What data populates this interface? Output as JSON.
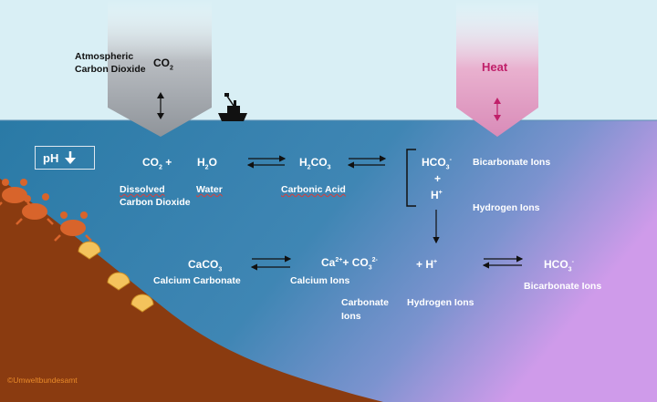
{
  "atmosphere": {
    "label_line1": "Atmospheric",
    "label_line2": "Carbon Dioxide",
    "co2_base": "CO",
    "co2_sub": "2"
  },
  "heat": {
    "label": "Heat"
  },
  "ph": {
    "label": "pH"
  },
  "row1": {
    "co2_base": "CO",
    "co2_sub": "2",
    "plus": "+",
    "h2o_a": "H",
    "h2o_sub": "2",
    "h2o_b": "O",
    "h2co3_a": "H",
    "h2co3_sub1": "2",
    "h2co3_b": "CO",
    "h2co3_sub2": "3",
    "hco3_base": "HCO",
    "hco3_sub": "3",
    "hco3_sup": "-",
    "plus2": "+",
    "hplus_base": "H",
    "hplus_sup": "+",
    "dissolved_line1": "Dissolved",
    "dissolved_line2": "Carbon Dioxide",
    "water": "Water",
    "carbonic_acid": "Carbonic Acid",
    "bicarbonate_ions": "Bicarbonate Ions",
    "hydrogen_ions": "Hydrogen Ions"
  },
  "row2": {
    "caco3_base": "CaCO",
    "caco3_sub": "3",
    "calcium_carbonate": "Calcium Carbonate",
    "ca_base": "Ca",
    "ca_sup": "2+",
    "plus": "+",
    "co3_base": "CO",
    "co3_sub": "3",
    "co3_sup": "2-",
    "calcium_ions": "Calcium Ions",
    "carbonate_line1": "Carbonate",
    "carbonate_line2": "Ions",
    "hplus": "+ H",
    "hplus_sup": "+",
    "hydrogen_ions": "Hydrogen Ions",
    "hco3_base": "HCO",
    "hco3_sub": "3",
    "hco3_sup": "-",
    "bicarbonate_ions": "Bicarbonate Ions"
  },
  "copyright": "©Umweltbundesamt",
  "colors": {
    "sky": "#d8eef4",
    "ocean_left": "#2f79a3",
    "ocean_right": "#c99be6",
    "seafloor": "#8a3b10",
    "heat": "#c0206a"
  }
}
